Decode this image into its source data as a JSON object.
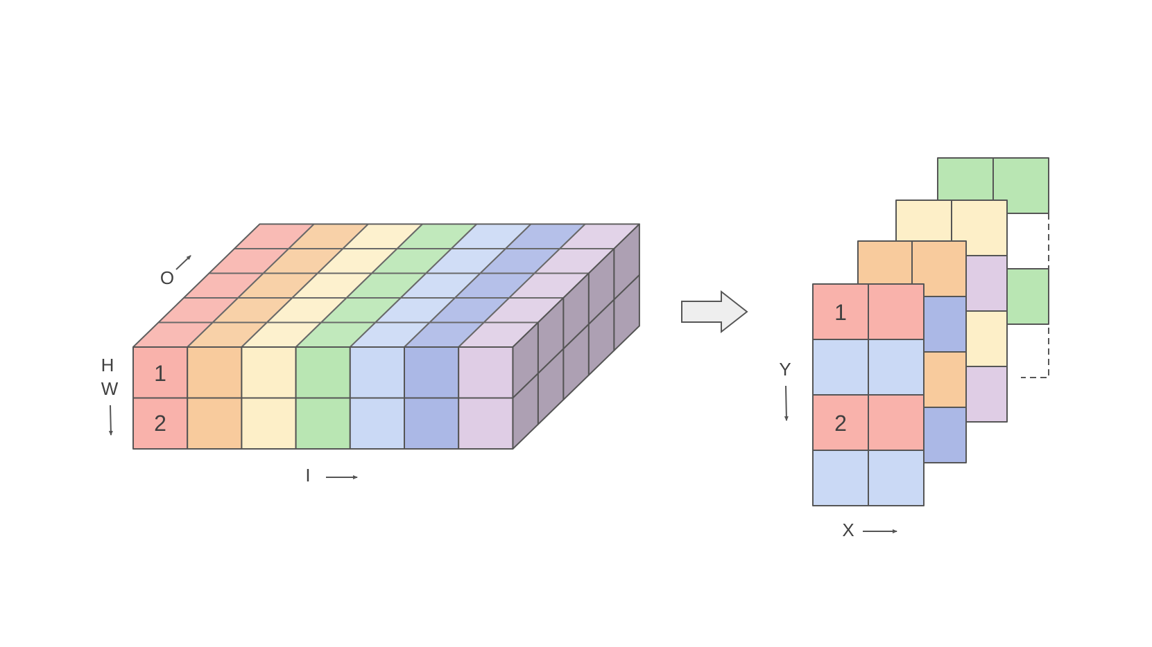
{
  "colors": {
    "red": "#f9b2ab",
    "orange": "#f8cb9d",
    "yellow": "#fdefc8",
    "green": "#b9e6b3",
    "light_blue": "#cad9f5",
    "dark_blue": "#abb8e6",
    "lavender": "#dfcde5",
    "side": "#ada0b3",
    "stroke": "#555555",
    "arrow_fill": "#eeeeee",
    "text": "#404040"
  },
  "tensor": {
    "front_numbers": [
      "1",
      "2"
    ],
    "column_colors": [
      "red",
      "orange",
      "yellow",
      "green",
      "light_blue",
      "dark_blue",
      "lavender"
    ],
    "axes": {
      "o": "O",
      "h": "H",
      "w": "W",
      "i": "I"
    }
  },
  "output": {
    "cells": [
      "1",
      "2"
    ],
    "axes": {
      "y": "Y",
      "x": "X"
    }
  }
}
